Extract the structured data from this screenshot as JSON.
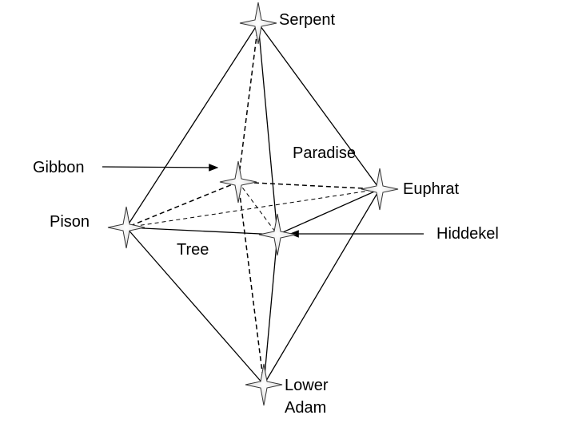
{
  "labels": {
    "serpent": "Serpent",
    "paradise": "Paradise",
    "gibbon": "Gibbon",
    "euphrat": "Euphrat",
    "pison": "Pison",
    "hiddekel": "Hiddekel",
    "tree": "Tree",
    "lower": "Lower",
    "adam": "Adam"
  },
  "colors": {
    "line": "#000000",
    "star_fill": "#efefef",
    "star_stroke": "#333333"
  }
}
